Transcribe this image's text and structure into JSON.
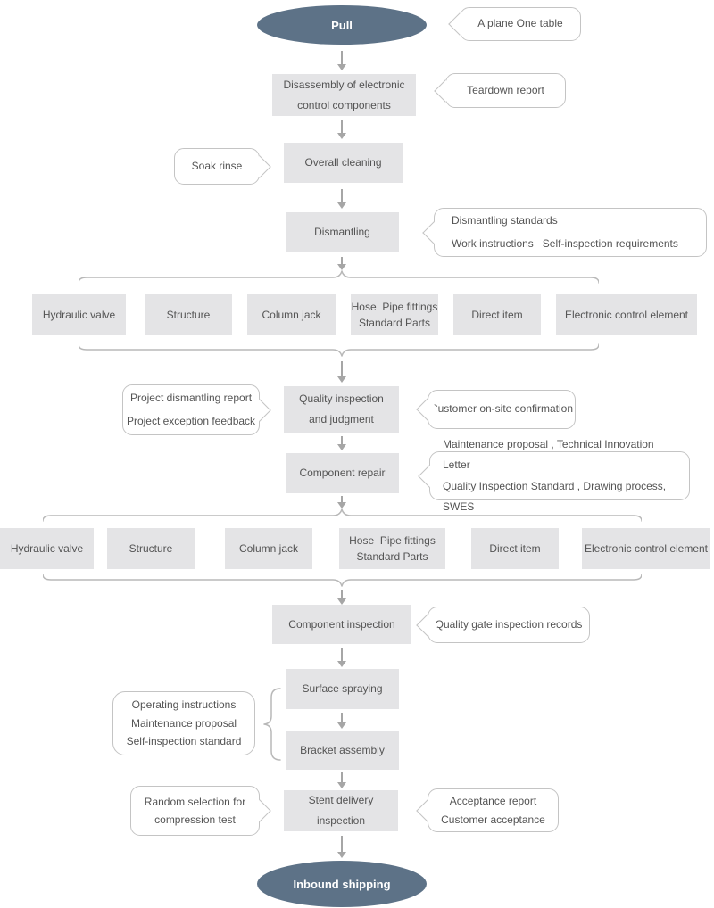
{
  "flow": {
    "start_label": "Pull",
    "end_label": "Inbound shipping",
    "steps": {
      "disassembly": "Disassembly of electronic\ncontrol components",
      "cleaning": "Overall cleaning",
      "dismantling": "Dismantling",
      "quality_inspection": "Quality inspection\nand judgment",
      "component_repair": "Component repair",
      "component_inspection": "Component inspection",
      "surface_spraying": "Surface spraying",
      "bracket_assembly": "Bracket assembly",
      "stent_delivery": "Stent delivery\ninspection"
    },
    "components_row1": [
      "Hydraulic valve",
      "Structure",
      "Column jack",
      "Hose  Pipe fittings\nStandard Parts",
      "Direct item",
      "Electronic control element"
    ],
    "components_row2": [
      "Hydraulic valve",
      "Structure",
      "Column jack",
      "Hose  Pipe fittings\nStandard Parts",
      "Direct item",
      "Electronic control element"
    ],
    "callouts": {
      "plane_table": "A plane One table",
      "teardown": "Teardown report",
      "soak": "Soak rinse",
      "dismantling_docs": "Dismantling standards\nWork instructions   Self-inspection requirements",
      "project_docs": "Project dismantling report\nProject exception feedback",
      "customer_confirm": "Customer on-site confirmation",
      "maintenance_docs": "Maintenance proposal , Technical Innovation Letter\nQuality Inspection Standard , Drawing process, SWES",
      "quality_gate": "Quality gate inspection records",
      "assembly_docs": "Operating instructions\nMaintenance proposal\nSelf-inspection standard",
      "compression": "Random selection for\ncompression test",
      "acceptance": "Acceptance report\nCustomer acceptance"
    },
    "colors": {
      "terminal_fill": "#5d7287",
      "terminal_text": "#ffffff",
      "process_fill": "#e4e4e6",
      "text": "#545454",
      "connector": "#a6a6a6",
      "brace": "#b8b8b8",
      "callout_border": "#c4c4c4"
    }
  }
}
